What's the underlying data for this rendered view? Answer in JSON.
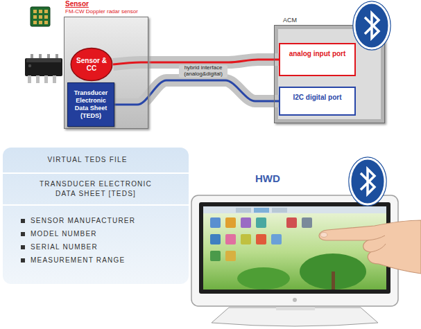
{
  "diagram": {
    "nodes": [
      {
        "text": [
          "Sensor",
          "FM-CW Doppler radar sensor"
        ]
      },
      {
        "text": [
          "Sensor & CC"
        ],
        "in": 0
      },
      {
        "text": [
          "Transducer Electronic Data Sheet (TEDS)"
        ],
        "in": 0
      },
      {
        "text": [
          "ACM"
        ]
      },
      {
        "text": [
          "analog input port"
        ],
        "in": 3
      },
      {
        "text": [
          "I2C digital port"
        ],
        "in": 3
      },
      {
        "text": [
          "VIRTUAL TEDS FILE",
          "TRANSDUCER ELECTRONIC DATA SHEET [TEDS]",
          "SENSOR MANUFACTURER",
          "MODEL NUMBER",
          "SERIAL NUMBER",
          "MEASUREMENT RANGE"
        ]
      }
    ],
    "edges": [
      {
        "from": 1,
        "to": 4,
        "arrow": "none",
        "label": "hybrid interface (analog&digital)"
      },
      {
        "from": 2,
        "to": 5,
        "arrow": "none"
      }
    ],
    "labels": [
      "HWD"
    ]
  }
}
